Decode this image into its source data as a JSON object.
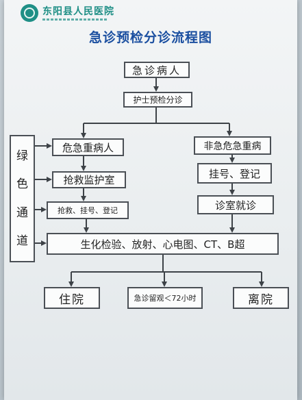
{
  "header": {
    "hospital_name": "东阳县人民医院"
  },
  "title": "急诊预检分诊流程图",
  "nodes": {
    "emergency_patient": "急诊病人",
    "nurse_triage": "护士预检分诊",
    "critical_patient": "危急重病人",
    "non_critical": "非急危急重病",
    "rescue_room": "抢救监护室",
    "registration": "挂号、登记",
    "rescue_register": "抢救、挂号、登记",
    "consult_room": "诊室就诊",
    "tests": "生化检验、放射、心电图、CT、B超",
    "admit": "住院",
    "observation": "急诊留观＜72小时",
    "discharge": "离院"
  },
  "green_channel": [
    "绿",
    "色",
    "通",
    "道"
  ]
}
